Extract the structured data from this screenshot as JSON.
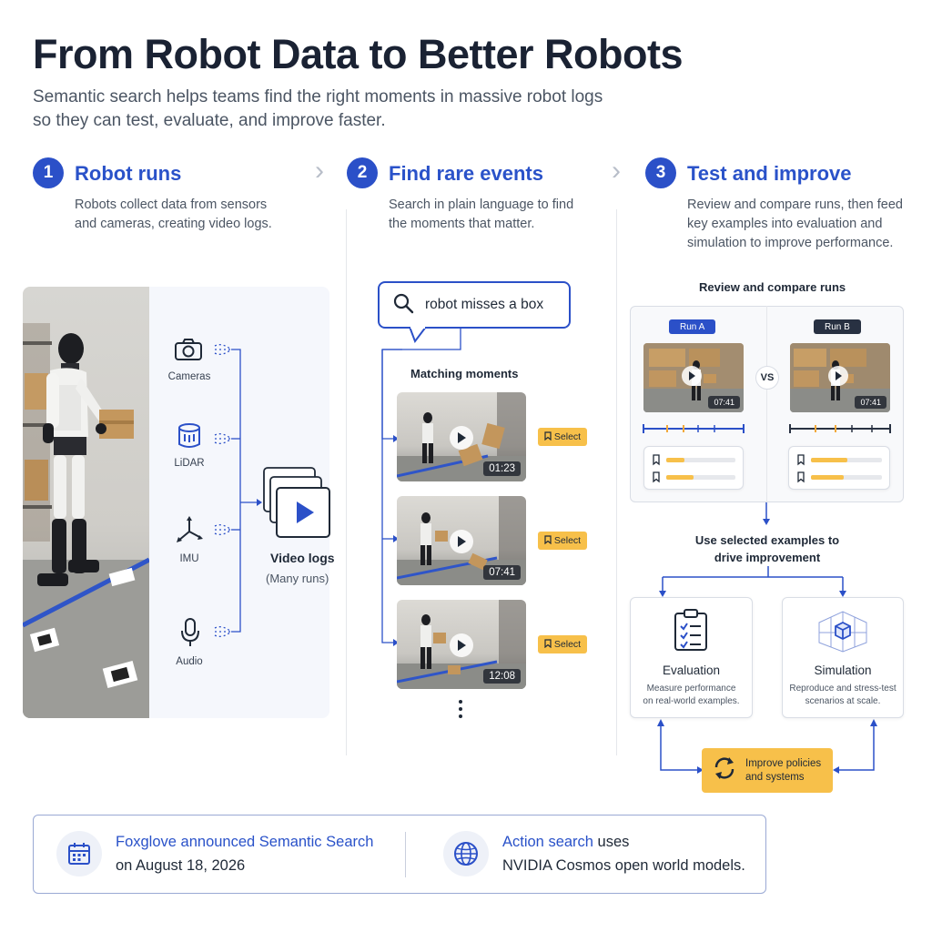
{
  "header": {
    "title": "From Robot Data to Better Robots",
    "subtitle_line1": "Semantic search helps teams find the right moments in massive robot logs",
    "subtitle_line2": "so they can test, evaluate, and improve faster."
  },
  "steps": [
    {
      "number": "1",
      "title": "Robot runs",
      "desc_line1": "Robots collect data from sensors",
      "desc_line2": "and cameras, creating video logs."
    },
    {
      "number": "2",
      "title": "Find rare events",
      "desc_line1": "Search in plain language to find",
      "desc_line2": "the moments that matter."
    },
    {
      "number": "3",
      "title": "Test and improve",
      "desc_line1": "Review and compare runs, then feed",
      "desc_line2": "key examples into evaluation and",
      "desc_line3": "simulation to improve performance."
    }
  ],
  "panel1": {
    "sensors": [
      {
        "label": "Cameras",
        "icon": "camera-icon"
      },
      {
        "label": "LiDAR",
        "icon": "lidar-icon"
      },
      {
        "label": "IMU",
        "icon": "imu-axes-icon"
      },
      {
        "label": "Audio",
        "icon": "microphone-icon"
      }
    ],
    "video_logs_title": "Video logs",
    "video_logs_sub": "(Many runs)"
  },
  "panel2": {
    "search_query": "robot misses a box",
    "matching_label": "Matching moments",
    "results": [
      {
        "timestamp": "01:23",
        "select_label": "Select"
      },
      {
        "timestamp": "07:41",
        "select_label": "Select"
      },
      {
        "timestamp": "12:08",
        "select_label": "Select"
      }
    ]
  },
  "panel3": {
    "compare_label": "Review and compare runs",
    "run_a": "Run A",
    "run_b": "Run B",
    "vs_label": "VS",
    "thumb_time_a": "07:41",
    "thumb_time_b": "07:41",
    "drive_line1": "Use selected examples to",
    "drive_line2": "drive improvement",
    "evaluation": {
      "title": "Evaluation",
      "desc_line1": "Measure performance",
      "desc_line2": "on real-world examples."
    },
    "simulation": {
      "title": "Simulation",
      "desc_line1": "Reproduce and stress-test",
      "desc_line2": "scenarios at scale."
    },
    "improve_line1": "Improve policies",
    "improve_line2": "and systems"
  },
  "footer": {
    "left_line1": "Foxglove announced Semantic Search",
    "left_line2": "on August 18, 2026",
    "right_highlight": "Action search",
    "right_rest": " uses",
    "right_line2": "NVIDIA Cosmos open world models."
  },
  "colors": {
    "accent": "#2b50c8",
    "highlight": "#f7c04a",
    "dark": "#1a2233"
  }
}
